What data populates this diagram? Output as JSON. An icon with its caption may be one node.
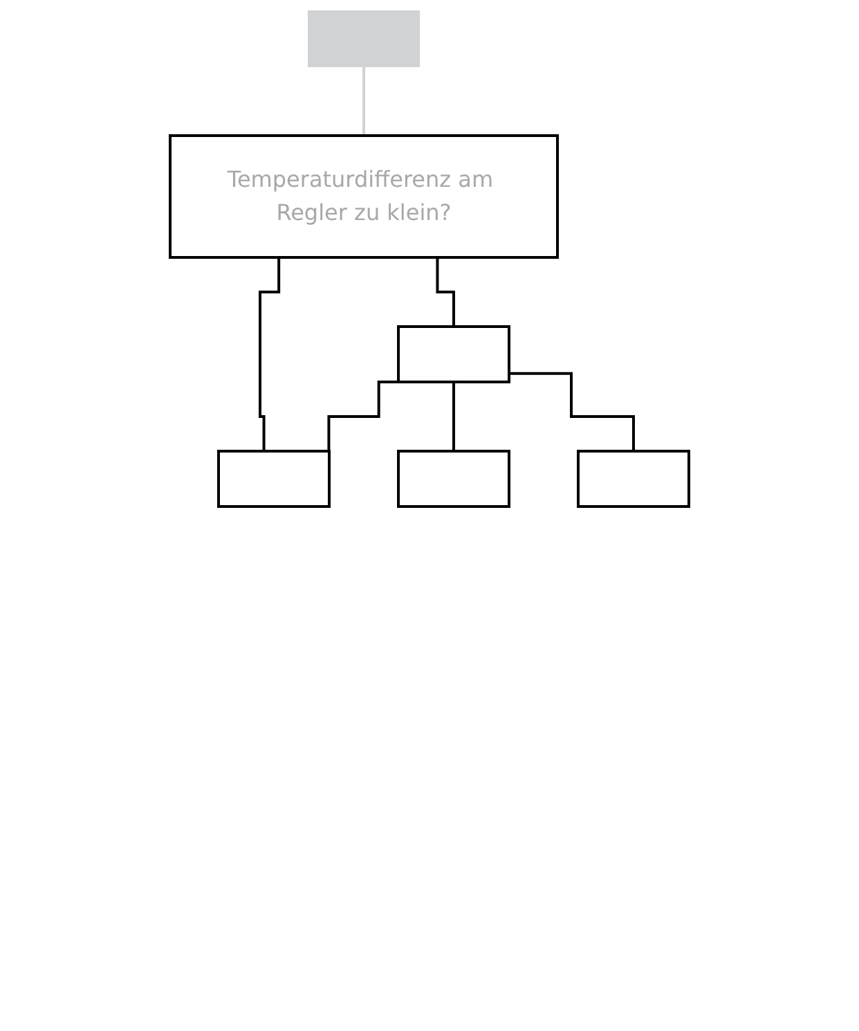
{
  "diagram": {
    "nodes": [
      {
        "text": [],
        "shape": "box"
      },
      {
        "text": [
          "Temperaturdifferenz am Regler zu klein?"
        ]
      },
      {
        "text": [],
        "shape": "box"
      },
      {
        "text": [],
        "shape": "box"
      },
      {
        "text": [],
        "shape": "box"
      },
      {
        "text": [],
        "shape": "box"
      }
    ],
    "edges": [
      {
        "from": 0,
        "to": 1,
        "arrow": "none",
        "color": "#d1d2d4"
      },
      {
        "from": 1,
        "to": 3,
        "arrow": "none"
      },
      {
        "from": 1,
        "to": 2,
        "arrow": "none"
      },
      {
        "from": 3,
        "to": 2,
        "arrow": "none"
      },
      {
        "from": 3,
        "to": 4,
        "arrow": "none"
      },
      {
        "from": 3,
        "to": 5,
        "arrow": "none"
      }
    ]
  }
}
